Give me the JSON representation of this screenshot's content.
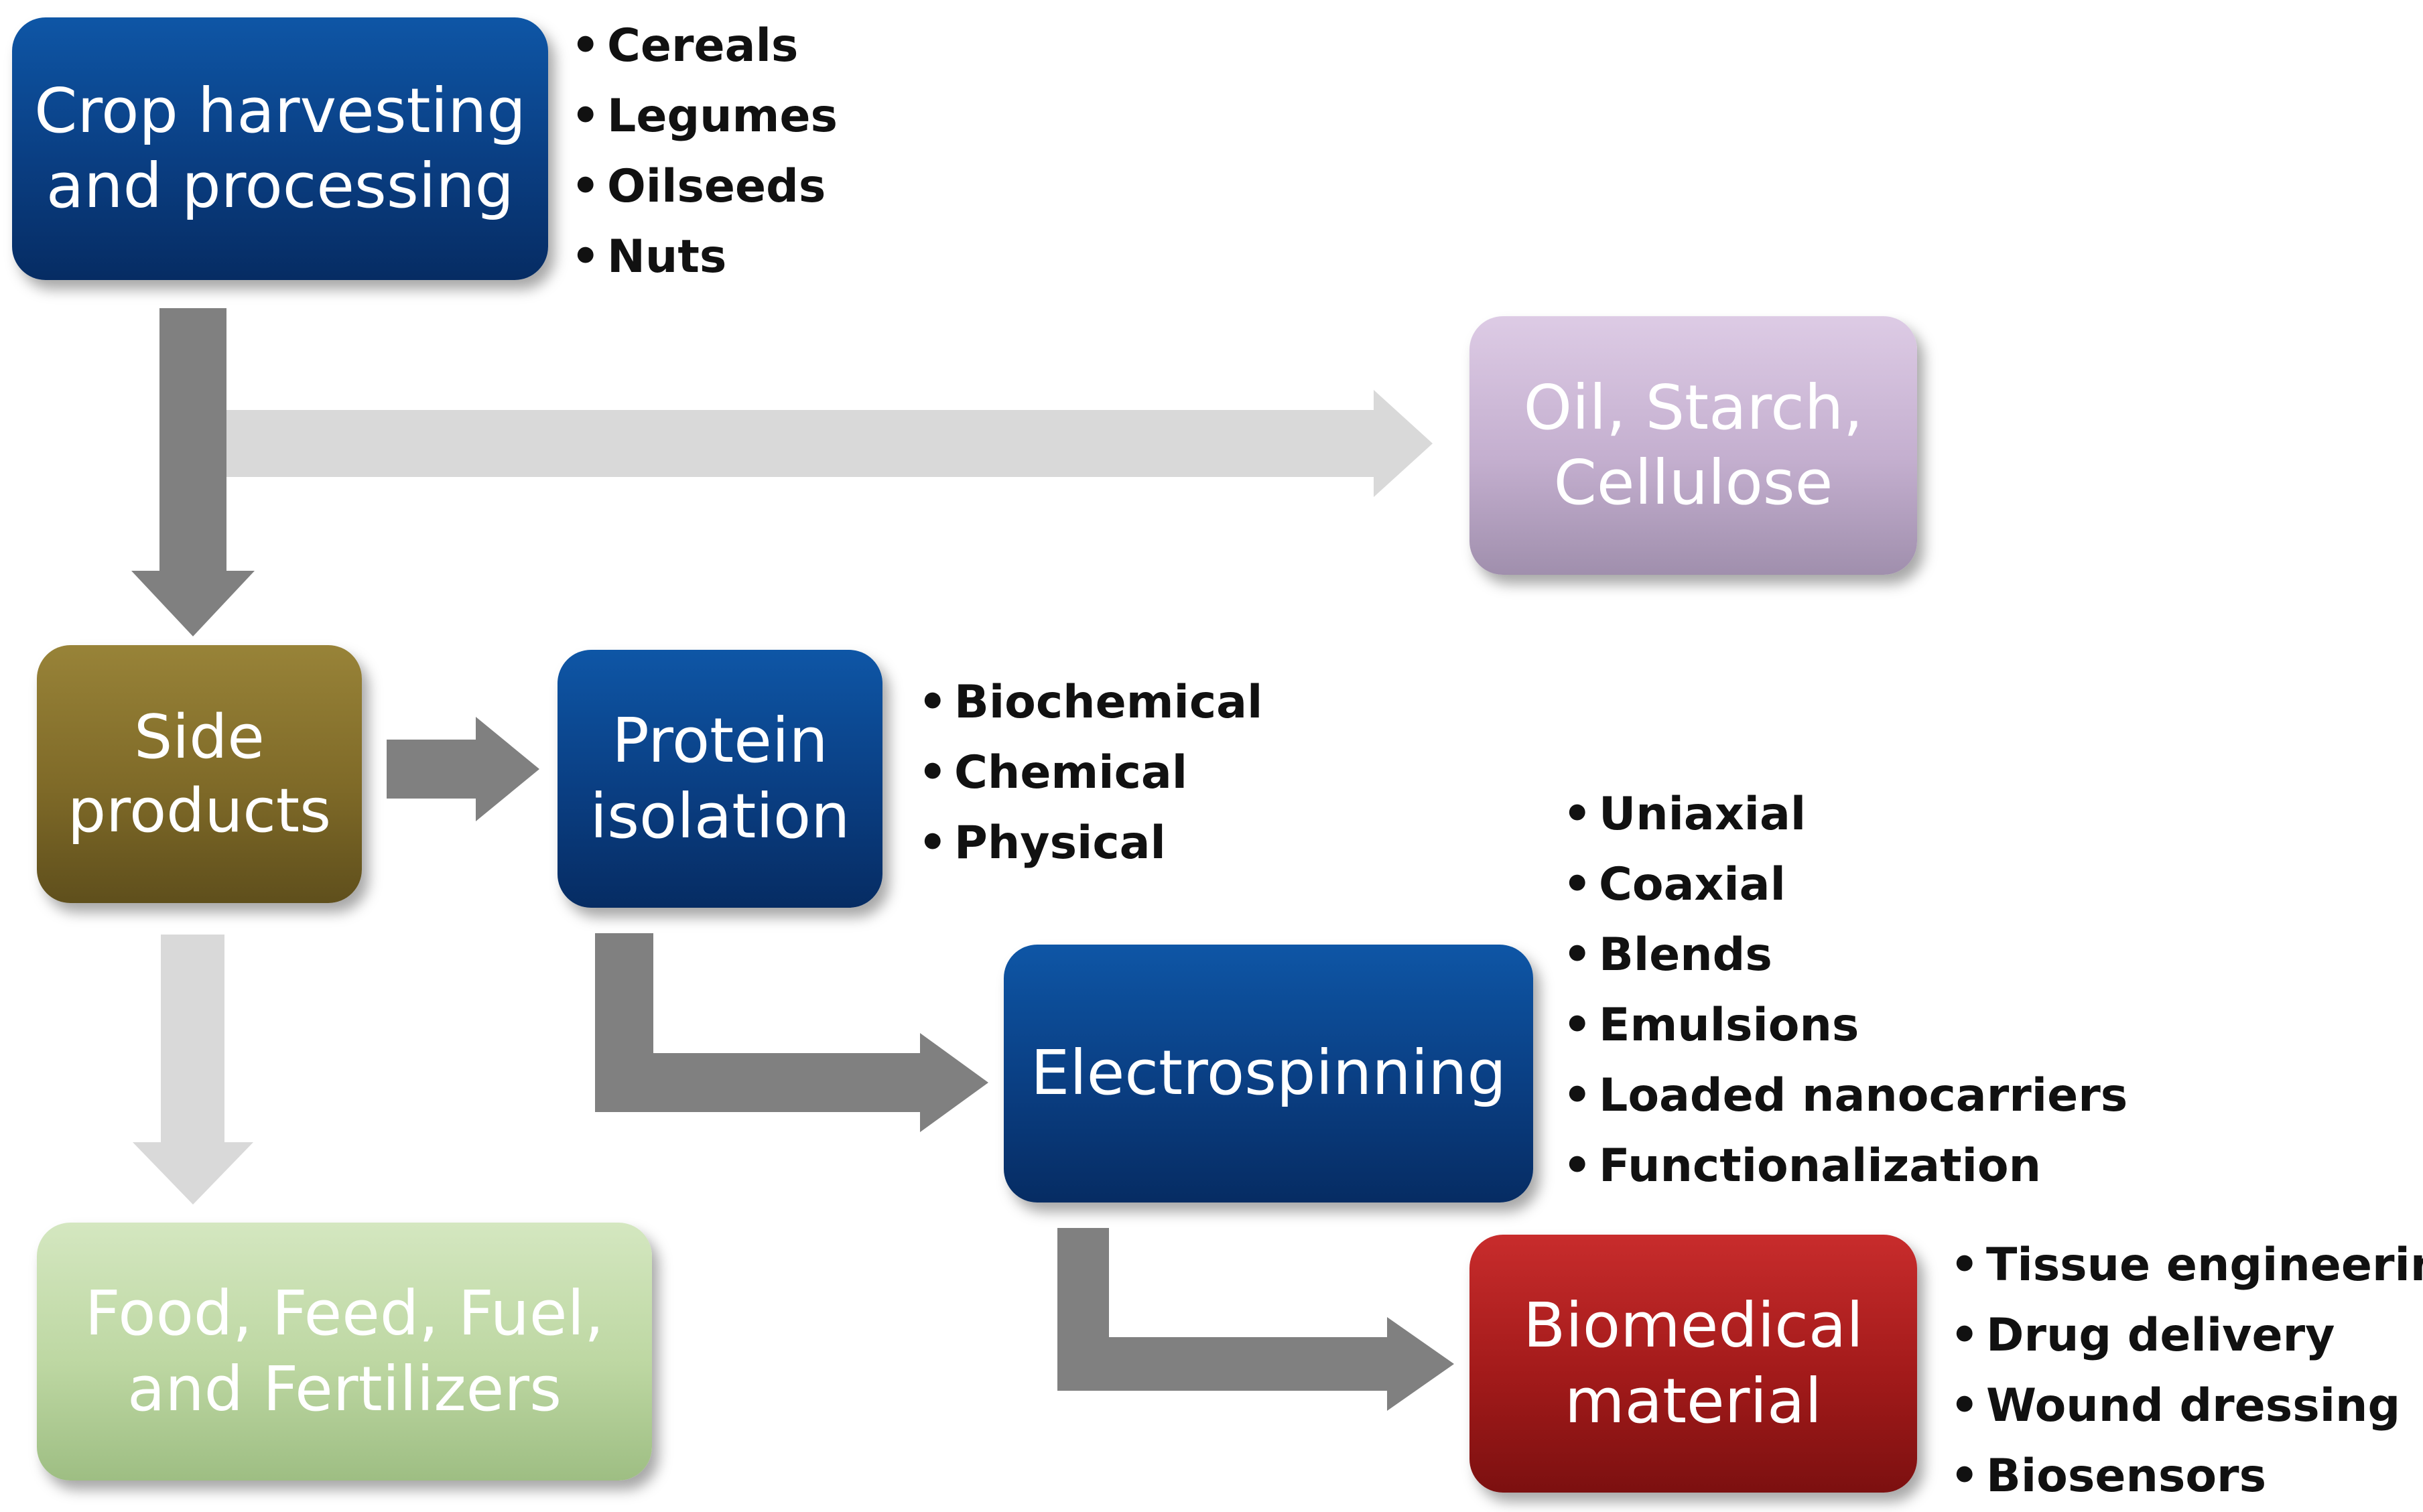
{
  "nodes": {
    "crop": [
      "Crop harvesting",
      "and processing"
    ],
    "oil": [
      "Oil, Starch,",
      "Cellulose"
    ],
    "side": [
      "Side",
      "products"
    ],
    "protein": [
      "Protein",
      "isolation"
    ],
    "electro": [
      "Electrospinning"
    ],
    "food": [
      "Food, Feed, Fuel,",
      "and Fertilizers"
    ],
    "biomed": [
      "Biomedical",
      "material"
    ]
  },
  "lists": {
    "crop_types": [
      "Cereals",
      "Legumes",
      "Oilseeds",
      "Nuts"
    ],
    "isolation_methods": [
      "Biochemical",
      "Chemical",
      "Physical"
    ],
    "spinning_methods": [
      "Uniaxial",
      "Coaxial",
      "Blends",
      "Emulsions",
      "Loaded nanocarriers",
      "Functionalization"
    ],
    "applications": [
      "Tissue engineering",
      "Drug delivery",
      "Wound dressing",
      "Biosensors"
    ]
  },
  "colors": {
    "dark_arrow": "#808080",
    "light_arrow": "#d9d9d9",
    "blue_box": "#0a3e82",
    "olive_box": "#7f6a28",
    "lilac_box": "#c4afcf",
    "green_box": "#bdd7a2",
    "red_box": "#a21a1a"
  }
}
